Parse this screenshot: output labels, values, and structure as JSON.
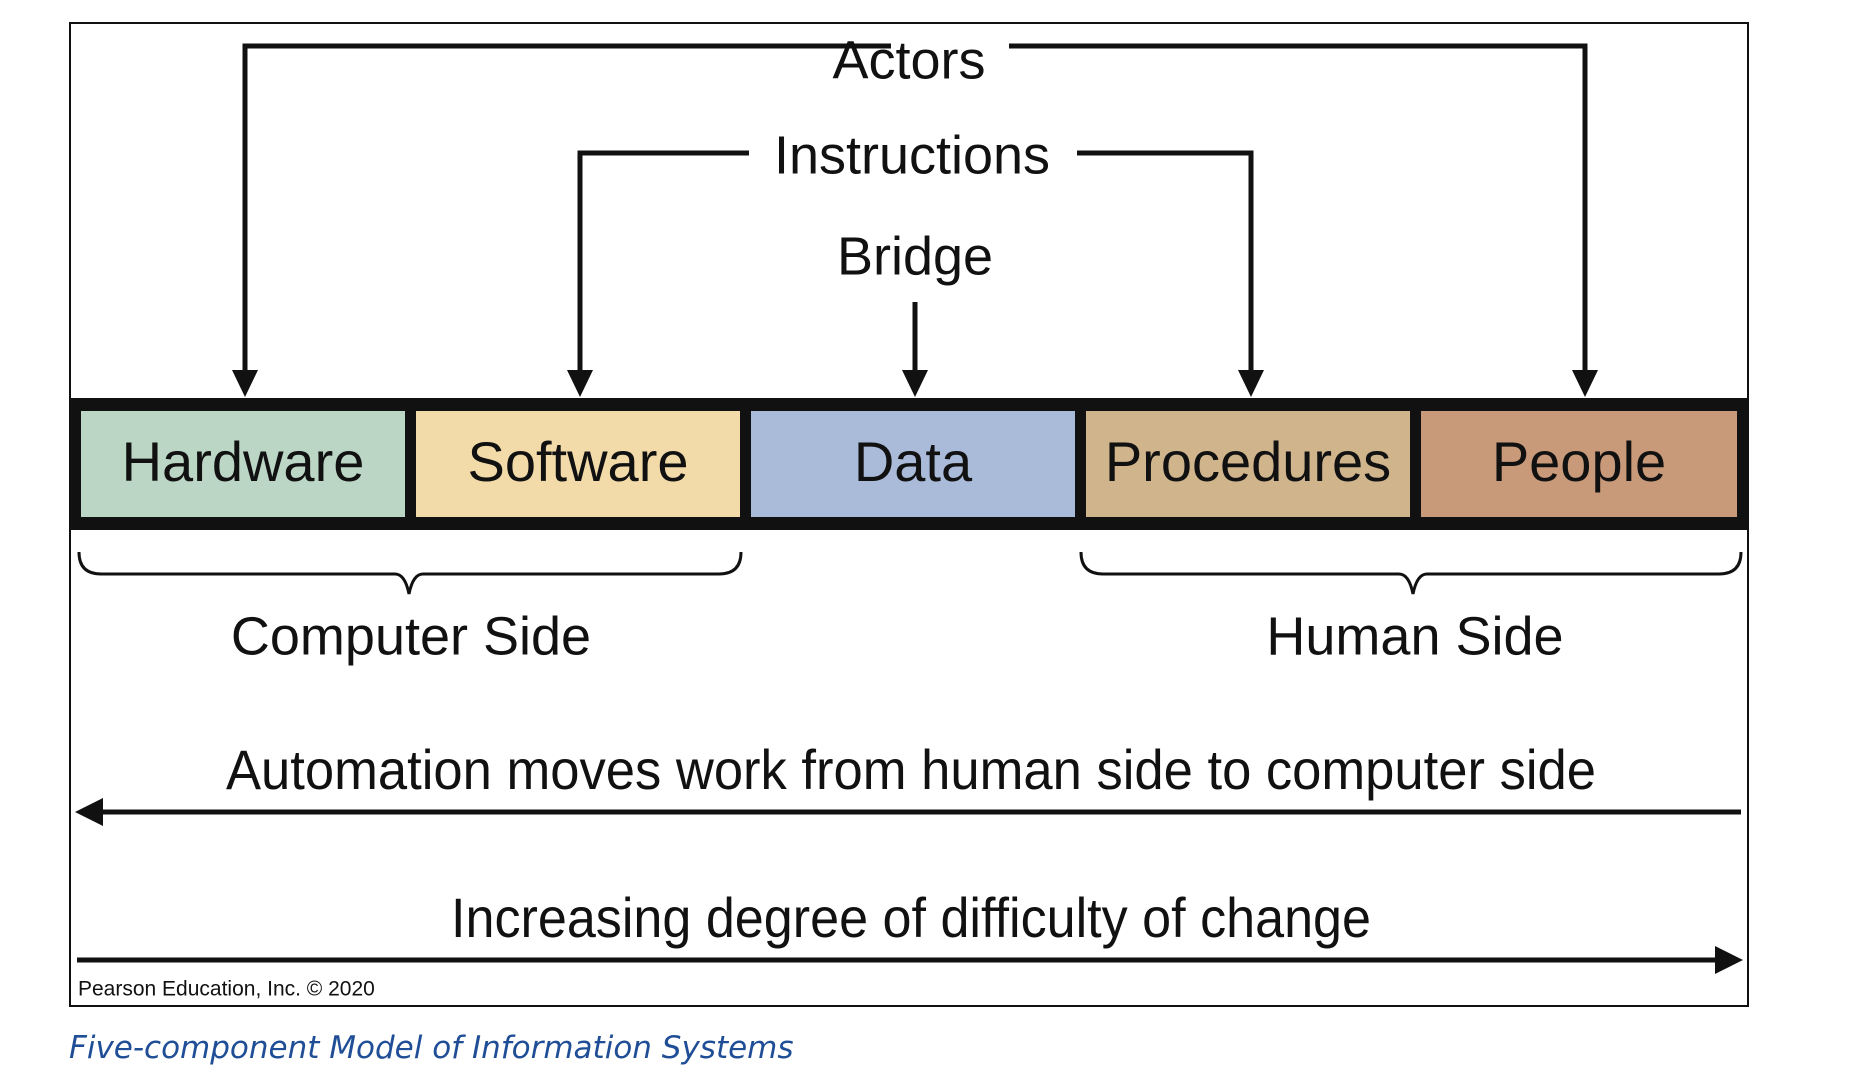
{
  "diagram": {
    "actors_label": "Actors",
    "instructions_label": "Instructions",
    "bridge_label": "Bridge",
    "components": [
      {
        "label": "Hardware",
        "color": "#bcd6c6"
      },
      {
        "label": "Software",
        "color": "#f3dba9"
      },
      {
        "label": "Data",
        "color": "#a9bbd9"
      },
      {
        "label": "Procedures",
        "color": "#cfb48c"
      },
      {
        "label": "People",
        "color": "#c99a7a"
      }
    ],
    "computer_side_label": "Computer Side",
    "human_side_label": "Human Side",
    "automation_label": "Automation moves work from human side to computer side",
    "difficulty_label": "Increasing degree of difficulty of change",
    "credit": "Pearson Education, Inc. © 2020"
  },
  "caption": "Five-component Model of Information Systems"
}
